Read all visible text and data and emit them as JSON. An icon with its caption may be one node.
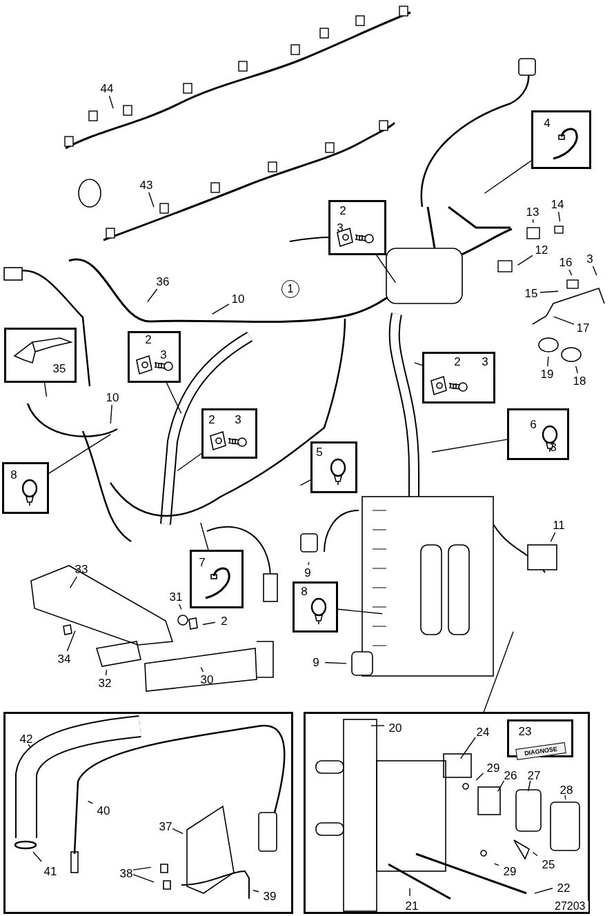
{
  "diagram": {
    "nodes": [
      {
        "text": [
          "44"
        ]
      },
      {
        "text": [
          "43"
        ]
      },
      {
        "text": [
          "4"
        ]
      },
      {
        "text": [
          "13"
        ]
      },
      {
        "text": [
          "14"
        ]
      },
      {
        "text": [
          "2",
          "3"
        ]
      },
      {
        "text": [
          "12"
        ]
      },
      {
        "text": [
          "16"
        ]
      },
      {
        "text": [
          "3"
        ]
      },
      {
        "text": [
          "36"
        ]
      },
      {
        "text": [
          "1"
        ]
      },
      {
        "text": [
          "15"
        ]
      },
      {
        "text": [
          "10"
        ]
      },
      {
        "text": [
          "17"
        ]
      },
      {
        "text": [
          "35"
        ]
      },
      {
        "text": [
          "2",
          "3"
        ]
      },
      {
        "text": [
          "2",
          "3"
        ]
      },
      {
        "text": [
          "19"
        ]
      },
      {
        "text": [
          "18"
        ]
      },
      {
        "text": [
          "10"
        ]
      },
      {
        "text": [
          "2",
          "3"
        ]
      },
      {
        "text": [
          "6",
          "3"
        ]
      },
      {
        "text": [
          "8"
        ]
      },
      {
        "text": [
          "5"
        ]
      },
      {
        "text": [
          "11"
        ]
      },
      {
        "text": [
          "9"
        ]
      },
      {
        "text": [
          "33"
        ]
      },
      {
        "text": [
          "7"
        ]
      },
      {
        "text": [
          "8"
        ]
      },
      {
        "text": [
          "31"
        ]
      },
      {
        "text": [
          "2"
        ]
      },
      {
        "text": [
          "34"
        ]
      },
      {
        "text": [
          "9"
        ]
      },
      {
        "text": [
          "32"
        ]
      },
      {
        "text": [
          "30"
        ]
      },
      {
        "text": [],
        "shape": "box"
      },
      {
        "text": [],
        "shape": "box"
      },
      {
        "text": [
          "42"
        ],
        "in": 35
      },
      {
        "text": [
          "20"
        ],
        "in": 36
      },
      {
        "text": [
          "24"
        ],
        "in": 36
      },
      {
        "text": [
          "23"
        ],
        "in": 36
      },
      {
        "text": [
          "DIAGNOSE"
        ],
        "in": 40
      },
      {
        "text": [
          "29"
        ],
        "in": 36
      },
      {
        "text": [
          "26"
        ],
        "in": 36
      },
      {
        "text": [
          "27"
        ],
        "in": 36
      },
      {
        "text": [
          "28"
        ],
        "in": 36
      },
      {
        "text": [
          "40"
        ],
        "in": 35
      },
      {
        "text": [
          "37"
        ],
        "in": 35
      },
      {
        "text": [
          "41"
        ],
        "in": 35
      },
      {
        "text": [
          "38"
        ],
        "in": 35
      },
      {
        "text": [
          "29"
        ],
        "in": 36
      },
      {
        "text": [
          "25"
        ],
        "in": 36
      },
      {
        "text": [
          "22"
        ],
        "in": 36
      },
      {
        "text": [
          "39"
        ],
        "in": 35
      },
      {
        "text": [
          "21"
        ],
        "in": 36
      }
    ],
    "edges": [
      {
        "from": 0,
        "to": null,
        "arrow": "none"
      },
      {
        "from": 1,
        "to": null,
        "arrow": "none"
      },
      {
        "from": 2,
        "to": null,
        "arrow": "none"
      },
      {
        "from": 3,
        "to": null,
        "arrow": "none"
      },
      {
        "from": 4,
        "to": null,
        "arrow": "none"
      },
      {
        "from": 5,
        "to": null,
        "arrow": "none"
      },
      {
        "from": 6,
        "to": null,
        "arrow": "none"
      },
      {
        "from": 7,
        "to": null,
        "arrow": "none"
      },
      {
        "from": 8,
        "to": null,
        "arrow": "none"
      },
      {
        "from": 9,
        "to": null,
        "arrow": "none"
      },
      {
        "from": 11,
        "to": null,
        "arrow": "none"
      },
      {
        "from": 12,
        "to": null,
        "arrow": "none"
      },
      {
        "from": 13,
        "to": null,
        "arrow": "none"
      },
      {
        "from": 14,
        "to": null,
        "arrow": "none"
      },
      {
        "from": 15,
        "to": null,
        "arrow": "none"
      },
      {
        "from": 16,
        "to": null,
        "arrow": "none"
      },
      {
        "from": 17,
        "to": null,
        "arrow": "none"
      },
      {
        "from": 18,
        "to": null,
        "arrow": "none"
      },
      {
        "from": 19,
        "to": null,
        "arrow": "none"
      },
      {
        "from": 20,
        "to": null,
        "arrow": "none"
      },
      {
        "from": 21,
        "to": null,
        "arrow": "none"
      },
      {
        "from": 22,
        "to": null,
        "arrow": "none"
      },
      {
        "from": 23,
        "to": null,
        "arrow": "none"
      },
      {
        "from": 24,
        "to": null,
        "arrow": "none"
      },
      {
        "from": 25,
        "to": null,
        "arrow": "none"
      },
      {
        "from": 26,
        "to": null,
        "arrow": "none"
      },
      {
        "from": 27,
        "to": null,
        "arrow": "none"
      },
      {
        "from": 28,
        "to": null,
        "arrow": "none"
      },
      {
        "from": 29,
        "to": null,
        "arrow": "none"
      },
      {
        "from": 30,
        "to": null,
        "arrow": "none"
      },
      {
        "from": 31,
        "to": null,
        "arrow": "none"
      },
      {
        "from": 32,
        "to": null,
        "arrow": "none"
      },
      {
        "from": 33,
        "to": null,
        "arrow": "none"
      },
      {
        "from": 34,
        "to": null,
        "arrow": "none"
      },
      {
        "from": 36,
        "to": null,
        "arrow": "none"
      },
      {
        "from": 37,
        "to": null,
        "arrow": "none"
      },
      {
        "from": 38,
        "to": null,
        "arrow": "none"
      },
      {
        "from": 39,
        "to": null,
        "arrow": "none"
      },
      {
        "from": 42,
        "to": null,
        "arrow": "none"
      },
      {
        "from": 43,
        "to": null,
        "arrow": "none"
      },
      {
        "from": 44,
        "to": null,
        "arrow": "none"
      },
      {
        "from": 45,
        "to": null,
        "arrow": "none"
      },
      {
        "from": 46,
        "to": null,
        "arrow": "none"
      },
      {
        "from": 47,
        "to": null,
        "arrow": "none"
      },
      {
        "from": 48,
        "to": null,
        "arrow": "none"
      },
      {
        "from": 49,
        "to": null,
        "arrow": "none"
      },
      {
        "from": 49,
        "to": null,
        "arrow": "none"
      },
      {
        "from": 50,
        "to": null,
        "arrow": "none"
      },
      {
        "from": 51,
        "to": null,
        "arrow": "none"
      },
      {
        "from": 52,
        "to": null,
        "arrow": "none"
      },
      {
        "from": 53,
        "to": null,
        "arrow": "none"
      },
      {
        "from": 54,
        "to": null,
        "arrow": "none"
      }
    ],
    "labels": [
      "27203"
    ]
  }
}
